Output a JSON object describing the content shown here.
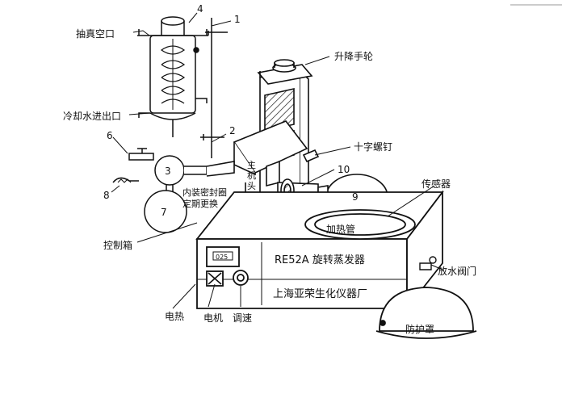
{
  "labels": {
    "vacuum_port": "抽真空口",
    "coolant_inlet_outlet": "冷却水进出口",
    "lift_handwheel": "升降手轮",
    "cross_screw": "十字螺钉",
    "sensor": "传感器",
    "control_box": "控制箱",
    "drain_valve": "放水阀门",
    "protective_cover": "防护罩",
    "electric_heating": "电热",
    "motor": "电机",
    "speed_adjust": "调速",
    "heating_bath": "加热管",
    "seal_note_line1": "内装密封圈",
    "seal_note_line2": "定期更换",
    "main_unit_chars": [
      "主",
      "机",
      "头"
    ]
  },
  "numbers": {
    "n1": "1",
    "n2": "2",
    "n3": "3",
    "n4": "4",
    "n6": "6",
    "n7": "7",
    "n8": "8",
    "n9": "9",
    "n10": "10"
  },
  "panel": {
    "model": "RE52A 旋转蒸发器",
    "maker": "上海亚荣生化仪器厂",
    "display": "025"
  }
}
